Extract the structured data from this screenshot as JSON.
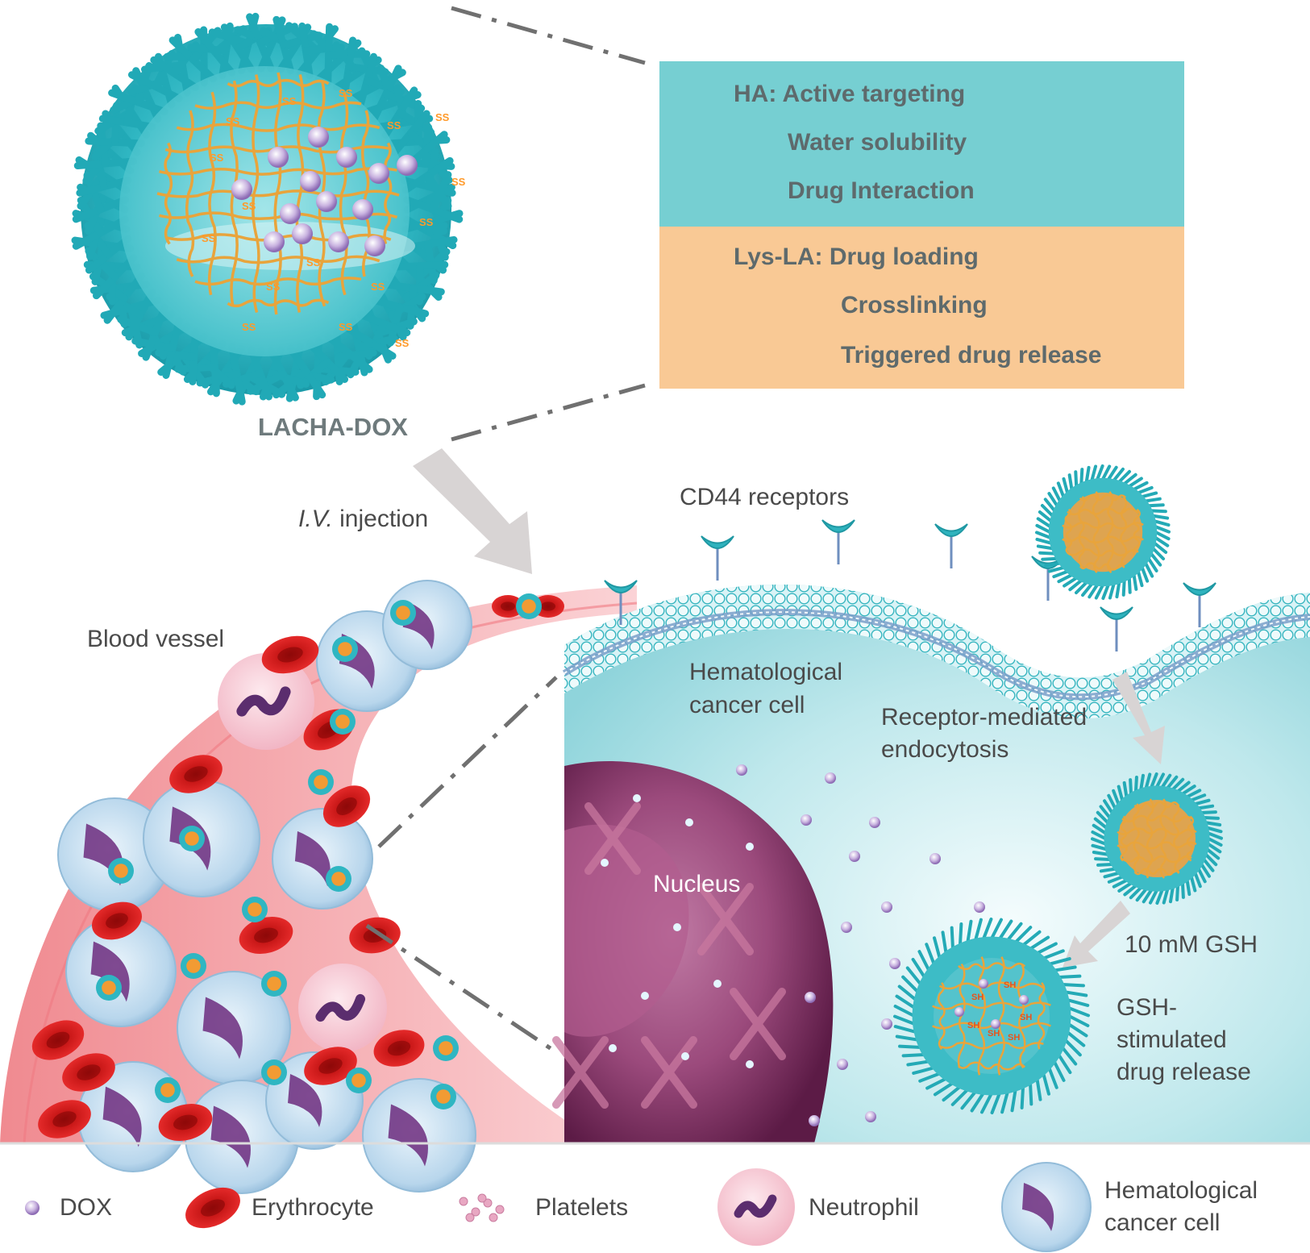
{
  "title": "LACHA-DOX",
  "properties": {
    "ha": {
      "heading": "HA: Active targeting",
      "items": [
        "Water solubility",
        "Drug Interaction"
      ]
    },
    "lysla": {
      "heading": "Lys-LA: Drug loading",
      "items": [
        "Crosslinking",
        "Triggered drug release"
      ]
    }
  },
  "labels": {
    "iv_prefix": "I.V.",
    "iv_suffix": "injection",
    "cd44": "CD44 receptors",
    "blood_vessel": "Blood vessel",
    "cancer_cell_line1": "Hematological",
    "cancer_cell_line2": "cancer cell",
    "endo_line1": "Receptor-mediated",
    "endo_line2": "endocytosis",
    "nucleus": "Nucleus",
    "gsh": "10 mM GSH",
    "release_line1": "GSH-",
    "release_line2": "stimulated",
    "release_line3": "drug release",
    "ss": "SS",
    "sh": "SH"
  },
  "legend": {
    "dox": "DOX",
    "erythrocyte": "Erythrocyte",
    "platelets": "Platelets",
    "neutrophil": "Neutrophil",
    "cancer_line1": "Hematological",
    "cancer_line2": "cancer cell"
  },
  "colors": {
    "ha_box": "#76cfd2",
    "lysla_box": "#f9c995",
    "shell": "#31b7c2",
    "mesh": "#e8a43c",
    "vessel": "#f6a5a8",
    "erythrocyte": "#d81b1b",
    "cytoplasm": "#c8ebef",
    "nucleus": "#8a2f66"
  }
}
